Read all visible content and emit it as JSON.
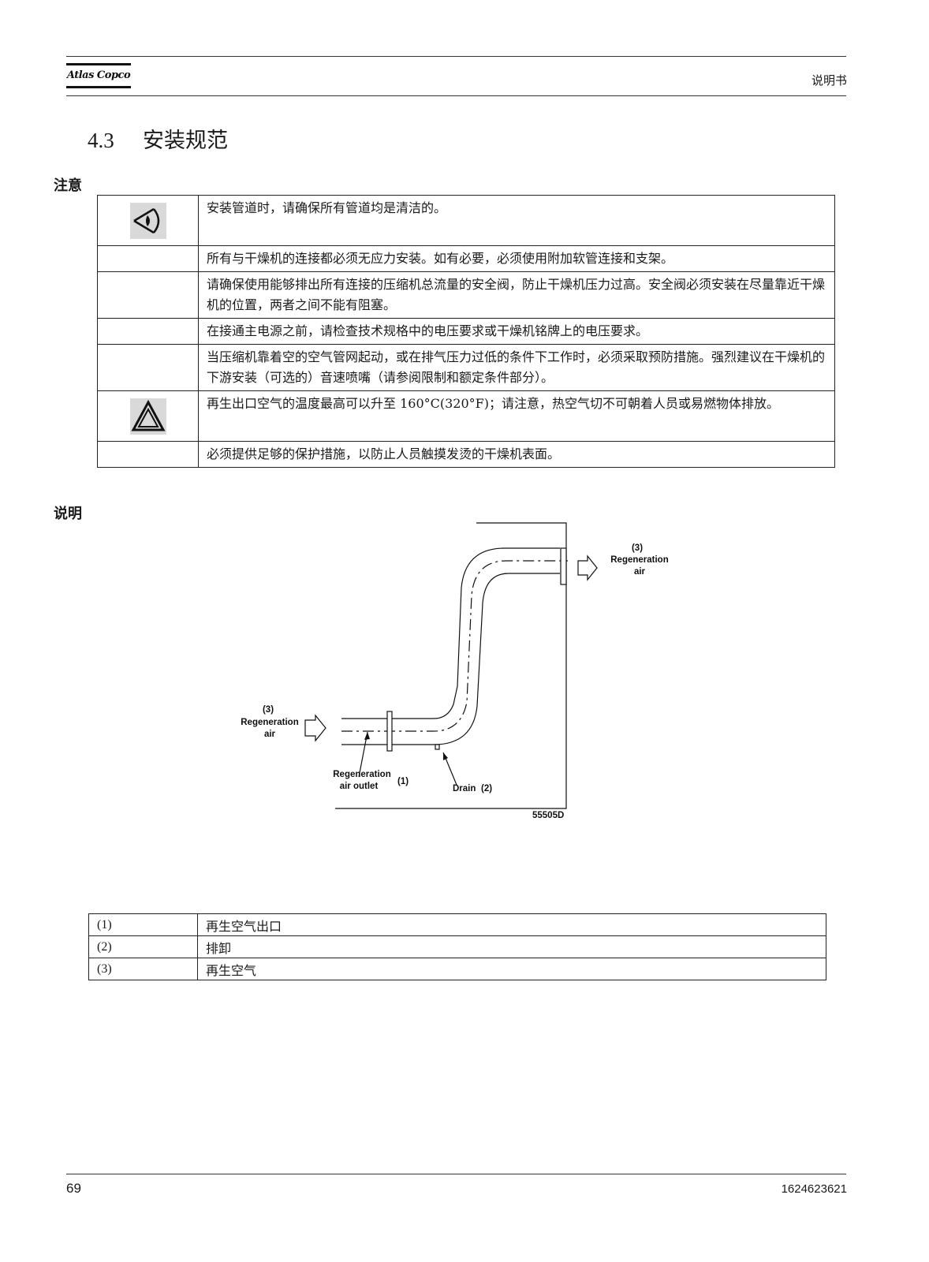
{
  "header": {
    "logo_text": "Atlas Copco",
    "doc_type": "说明书"
  },
  "section": {
    "number": "4.3",
    "title": "安装规范"
  },
  "notes_label": "注意",
  "notes": [
    {
      "icon": "eye-warning-icon",
      "text": "安装管道时，请确保所有管道均是清洁的。"
    },
    {
      "icon": "",
      "text": "所有与干燥机的连接都必须无应力安装。如有必要，必须使用附加软管连接和支架。"
    },
    {
      "icon": "",
      "text": "请确保使用能够排出所有连接的压缩机总流量的安全阀，防止干燥机压力过高。安全阀必须安装在尽量靠近干燥机的位置，两者之间不能有阻塞。"
    },
    {
      "icon": "",
      "text": "在接通主电源之前，请检查技术规格中的电压要求或干燥机铭牌上的电压要求。"
    },
    {
      "icon": "",
      "text": "当压缩机靠着空的空气管网起动，或在排气压力过低的条件下工作时，必须采取预防措施。强烈建议在干燥机的下游安装（可选的）音速喷嘴（请参阅限制和额定条件部分）。"
    },
    {
      "icon": "warning-triangle-icon",
      "text": "再生出口空气的温度最高可以升至 160°C(320°F)；请注意，热空气切不可朝着人员或易燃物体排放。"
    },
    {
      "icon": "",
      "text": "必须提供足够的保护措施，以防止人员触摸发烫的干燥机表面。"
    }
  ],
  "description_label": "说明",
  "diagram": {
    "top_label_num": "(3)",
    "top_label_l1": "Regeneration",
    "top_label_l2": "air",
    "left_label_num": "(3)",
    "left_label_l1": "Regeneration",
    "left_label_l2": "air",
    "outlet_l1": "Regeneration",
    "outlet_l2": "air outlet",
    "outlet_num": "(1)",
    "drain": "Drain",
    "drain_num": "(2)",
    "figure_code": "55505D"
  },
  "legend": [
    {
      "key": "(1)",
      "value": "再生空气出口"
    },
    {
      "key": "(2)",
      "value": "排卸"
    },
    {
      "key": "(3)",
      "value": "再生空气"
    }
  ],
  "footer": {
    "page": "69",
    "doc_number": "1624623621"
  }
}
